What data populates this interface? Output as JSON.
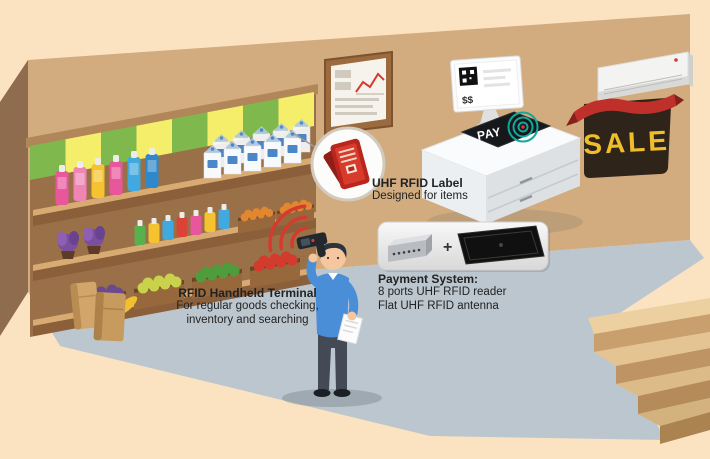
{
  "scene": {
    "title": "RFID retail store illustration",
    "colors": {
      "background": "#fbe3c1",
      "wall": "#d2ab7e",
      "left_wall": "#8f6c4d",
      "floor": "#bcc6ce",
      "accent_red": "#d63a2e",
      "accent_teal": "#12a89a",
      "sale_yellow": "#efbf2b"
    },
    "icons": {
      "scan_signal": "red concentric arcs from handheld reader",
      "rfid_waves": "teal concentric rings on payment pad",
      "qr_code": "black QR code block on monitor",
      "rfid_label": "red UHF RFID inlay label in round callout"
    }
  },
  "store": {
    "sale_sign_text": "SALE",
    "pay_pad_text": "PAY",
    "monitor_screen_text": "$$"
  },
  "callouts": {
    "uhf_label": {
      "title": "UHF RFID Label",
      "subtitle": "Designed for items"
    },
    "handheld": {
      "title": "RFID Handheld Terminal",
      "line1": "For regular goods checking,",
      "line2": "inventory and searching"
    },
    "payment": {
      "title": "Payment System:",
      "line1": "8 ports UHF RFID reader",
      "line2": "Flat UHF RFID antenna",
      "plus_sign": "+"
    }
  }
}
